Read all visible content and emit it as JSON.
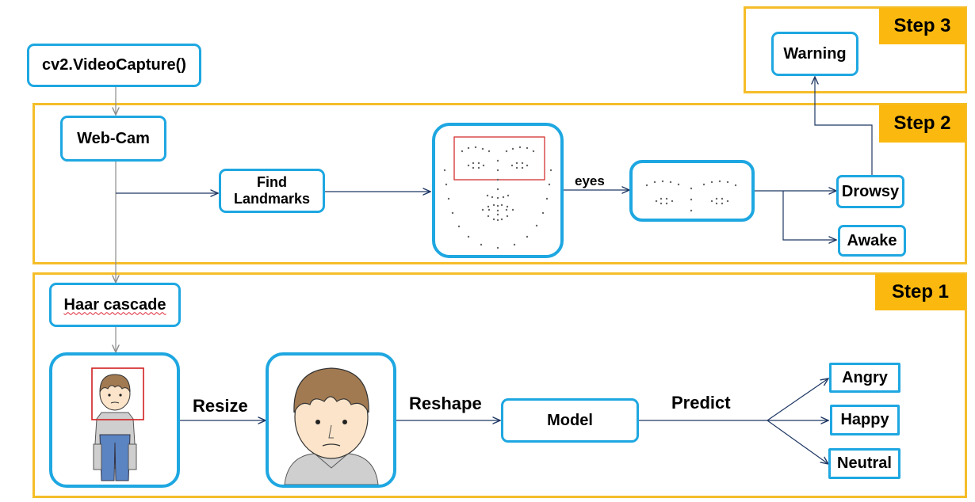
{
  "steps": {
    "step1": "Step 1",
    "step2": "Step 2",
    "step3": "Step 3"
  },
  "nodes": {
    "video_capture": "cv2.VideoCapture()",
    "web_cam": "Web-Cam",
    "find_landmarks": "Find Landmarks",
    "haar_cascade": "Haar cascade",
    "model": "Model",
    "warning": "Warning",
    "drowsy": "Drowsy",
    "awake": "Awake",
    "angry": "Angry",
    "happy": "Happy",
    "neutral": "Neutral"
  },
  "edge_labels": {
    "eyes": "eyes",
    "resize": "Resize",
    "reshape": "Reshape",
    "predict": "Predict"
  },
  "colors": {
    "box_border": "#1ea7e1",
    "step_border": "#f5bd28",
    "step_tag": "#fbb80f",
    "arrow": "#1f3864",
    "face_box": "#d02020"
  }
}
